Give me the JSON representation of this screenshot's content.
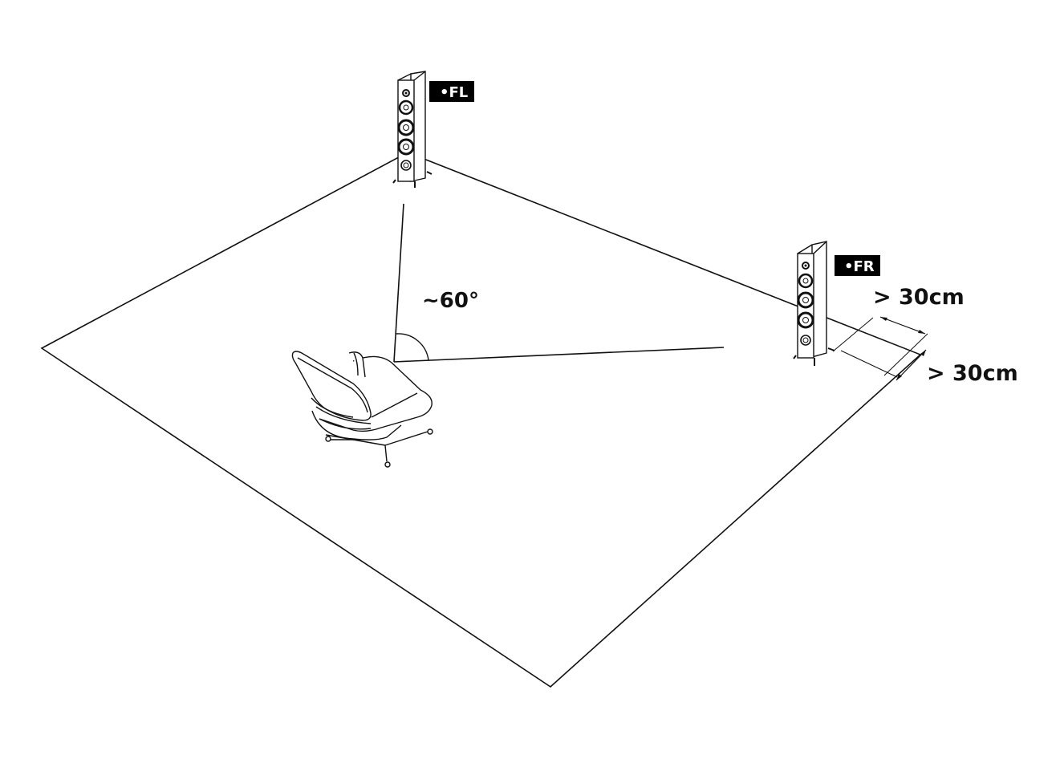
{
  "labels": {
    "front_left": "•FL",
    "front_right": "•FR",
    "angle": "~60°",
    "clearance_back": "> 30cm",
    "clearance_side": "> 30cm"
  },
  "colors": {
    "line": "#111111",
    "tag_background": "#000000",
    "tag_text": "#ffffff",
    "background": "#ffffff"
  }
}
